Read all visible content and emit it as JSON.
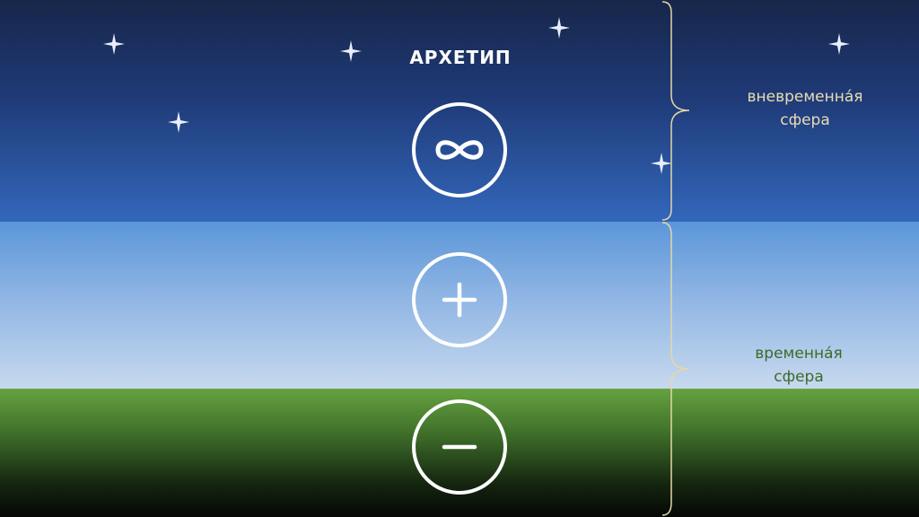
{
  "title": "АРХЕТИП",
  "symbols": [
    {
      "name": "infinity",
      "icon": "infinity-icon"
    },
    {
      "name": "plus",
      "icon": "plus-icon"
    },
    {
      "name": "minus",
      "icon": "minus-icon"
    }
  ],
  "spheres": {
    "timeless": {
      "line1": "вневременна́я",
      "line2": "сфера",
      "color": "#e9dcb2"
    },
    "temporal": {
      "line1": "временна́я",
      "line2": "сфера",
      "color": "#3d6b2a"
    }
  },
  "colors": {
    "night_top": "#17264a",
    "night_bottom": "#3367bb",
    "sky_top": "#5b96d9",
    "sky_bottom": "#c7d9ee",
    "ground_top": "#66a340",
    "ground_bottom": "#050805",
    "brace": "#e6d7a6",
    "symbol_stroke": "#ffffff"
  }
}
